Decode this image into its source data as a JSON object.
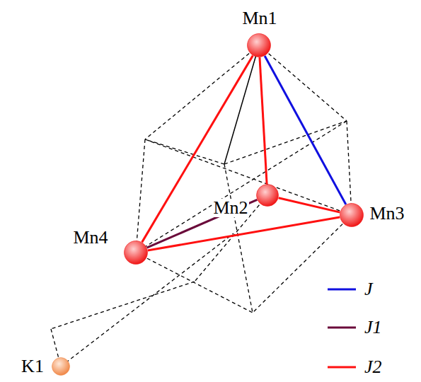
{
  "diagram": {
    "nodes": [
      {
        "text": [
          "Mn1"
        ]
      },
      {
        "text": [
          "Mn2"
        ]
      },
      {
        "text": [
          "Mn3"
        ]
      },
      {
        "text": [
          "Mn4"
        ]
      },
      {
        "text": [
          "K1"
        ]
      }
    ],
    "edges": [
      {
        "from": 0,
        "to": 2,
        "arrow": "none"
      },
      {
        "from": 1,
        "to": 3,
        "arrow": "none"
      },
      {
        "from": 0,
        "to": 3,
        "arrow": "none"
      },
      {
        "from": 0,
        "to": 1,
        "arrow": "none"
      },
      {
        "from": 1,
        "to": 2,
        "arrow": "none"
      },
      {
        "from": 3,
        "to": 2,
        "arrow": "none"
      }
    ],
    "legend": [
      {
        "text": "J"
      },
      {
        "text": "J1"
      },
      {
        "text": "J2"
      }
    ]
  }
}
